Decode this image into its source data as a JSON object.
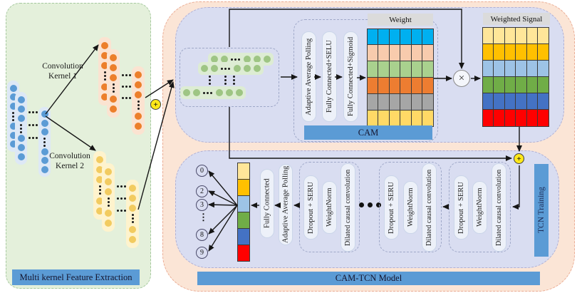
{
  "left_panel": {
    "kernel1_label": "Convolution\nKernel 1",
    "kernel2_label": "Convolution\nKernel 2",
    "banner": "Multi kernel Feature Extraction"
  },
  "top_panel": {
    "pill_adaptive_avg": "Adaptive Average Polling",
    "pill_fc_selu": "Fully Connected+SELU",
    "pill_fc_sigmoid": "Fully Connected+Sigmoid",
    "weight_label": "Weight",
    "weighted_signal_label": "Weighted Signal",
    "cam_banner": "CAM",
    "multiply": "×",
    "plus": "+"
  },
  "bottom_panel": {
    "output_classes": [
      "0",
      "2",
      "3",
      "8",
      "9"
    ],
    "ellipsis_vertical": "⋮",
    "pill_fully_connected": "Fully Connected",
    "pill_adaptive_avg": "Adaptive Average Polling",
    "block_pill_dropout": "Dropout + SERU",
    "block_pill_weightnorm": "WeightNorm",
    "block_pill_dilated": "Dilated causal convolution",
    "tcn_training_banner": "TCN Training",
    "model_banner": "CAM-TCN Model",
    "plus": "+"
  },
  "colors": {
    "accent_banner": "#5B9BD5",
    "weight_rows": [
      "#00B0F0",
      "#F8CBAD",
      "#A9D18E",
      "#ED7D31",
      "#A6A6A6",
      "#FFD966"
    ],
    "weighted_signal_rows": [
      "#FFE699",
      "#FFC000",
      "#9DC3E6",
      "#70AD47",
      "#4472C4",
      "#FF0000"
    ],
    "output_column_rows": [
      "#FFE699",
      "#FFC000",
      "#9DC3E6",
      "#70AD47",
      "#4472C4",
      "#FF0000"
    ]
  }
}
